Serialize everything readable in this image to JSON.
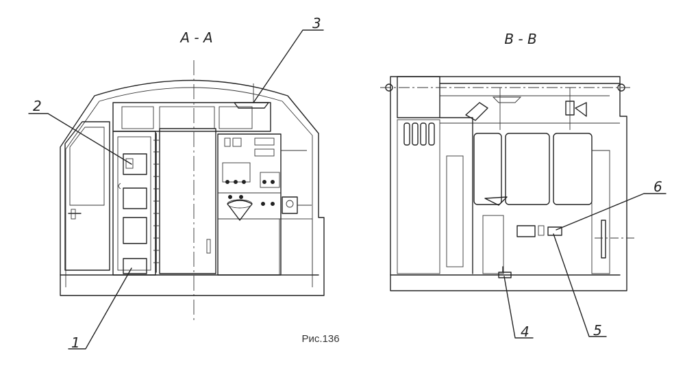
{
  "figure": {
    "section_left": "А - А",
    "section_right": "В - В",
    "caption": "Рис.136"
  },
  "callouts": [
    "1",
    "2",
    "3",
    "4",
    "5",
    "6"
  ]
}
